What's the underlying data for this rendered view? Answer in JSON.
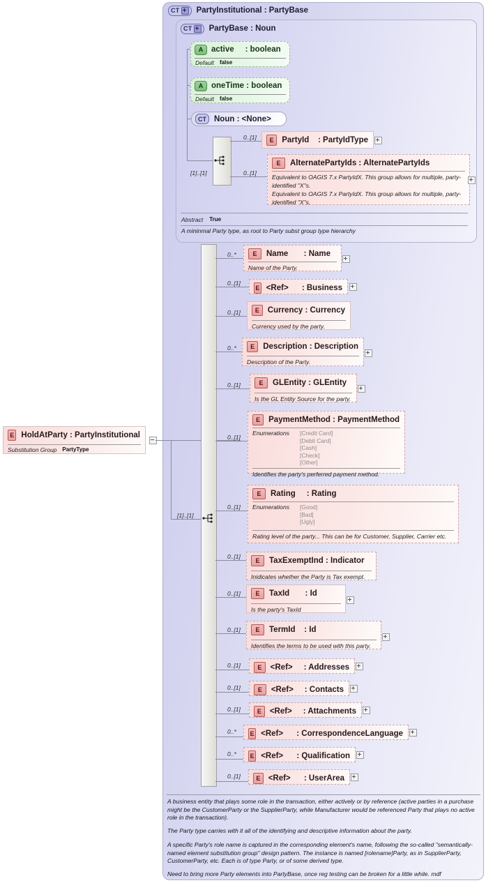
{
  "diagram": {
    "title": "XSD complexType diagram",
    "outer_type": {
      "badge": "CT",
      "label": "PartyInstitutional : PartyBase"
    },
    "inner_type": {
      "badge": "CT",
      "label": "PartyBase : Noun"
    }
  },
  "root_element": {
    "badge": "E",
    "label": "HoldAtParty : PartyInstitutional",
    "prop_label": "Substitution Group",
    "prop_value": "PartyType",
    "collapse_icon": "minus-icon"
  },
  "attributes": [
    {
      "badge": "A",
      "label": "active     : boolean",
      "prop_label": "Default",
      "prop_value": "false"
    },
    {
      "badge": "A",
      "label": "oneTime : boolean",
      "prop_label": "Default",
      "prop_value": "false"
    }
  ],
  "noun_pill": {
    "badge": "CT",
    "label": "Noun      : <None>"
  },
  "base_sequence": {
    "cardinality": "[1]..[1]",
    "icon": "sequence-icon",
    "children": [
      {
        "badge": "E",
        "cardinality": "0..[1]",
        "label": "PartyId    : PartyIdType",
        "desc": "",
        "expand": "plus-icon"
      },
      {
        "badge": "E",
        "cardinality": "0..[1]",
        "label": "AlternatePartyIds : AlternatePartyIds",
        "desc": "Equivalent to OAGIS 7.x PartyIdX. This group allows for multiple, party-identified \"X\"s.\nEquivalent to OAGIS 7.x PartyIdX. This group allows for multiple, party-identified \"X\"s.",
        "expand": "plus-icon"
      }
    ]
  },
  "base_abstract": {
    "label": "Abstract",
    "value": "True"
  },
  "base_doc": "A mininmal Party type, as root to Party subst group type hierarchy",
  "main_sequence": {
    "cardinality": "[1]..[1]",
    "icon": "sequence-icon"
  },
  "elements": [
    {
      "badge": "E",
      "cardinality": "0..*",
      "label": "Name       : Name",
      "desc": "Name of the Party.",
      "expand": "plus-icon",
      "enum_label": "",
      "enums": []
    },
    {
      "badge": "E",
      "cardinality": "0..[1]",
      "label": "<Ref>      : Business",
      "desc": "",
      "expand": "plus-icon",
      "enum_label": "",
      "enums": []
    },
    {
      "badge": "E",
      "cardinality": "0..[1]",
      "label": "Currency : Currency",
      "desc": "Currency used by the party.",
      "expand": "",
      "enum_label": "",
      "enums": []
    },
    {
      "badge": "E",
      "cardinality": "0..*",
      "label": "Description : Description",
      "desc": "Description of the Party.",
      "expand": "plus-icon",
      "enum_label": "",
      "enums": []
    },
    {
      "badge": "E",
      "cardinality": "0..[1]",
      "label": "GLEntity : GLEntity",
      "desc": "Is the GL Entity Source for the party.",
      "expand": "plus-icon",
      "enum_label": "",
      "enums": []
    },
    {
      "badge": "E",
      "cardinality": "0..[1]",
      "label": "PaymentMethod : PaymentMethod",
      "desc": "Identifies the party's perferred payment method.",
      "expand": "",
      "enum_label": "Enumerations",
      "enums": [
        "[Credit Card]",
        "[Debit Card]",
        "[Cash]",
        "[Check]",
        "[Other]"
      ]
    },
    {
      "badge": "E",
      "cardinality": "0..[1]",
      "label": "Rating     : Rating",
      "desc": "Rating level of the party... This can be for Customer, Supplier, Carrier etc.",
      "expand": "",
      "enum_label": "Enumerations",
      "enums": [
        "[Good]",
        "[Bad]",
        "[Ugly]"
      ]
    },
    {
      "badge": "E",
      "cardinality": "0..[1]",
      "label": "TaxExemptInd : Indicator",
      "desc": "Inidicates whether the Party is Tax exempt.",
      "expand": "",
      "enum_label": "",
      "enums": []
    },
    {
      "badge": "E",
      "cardinality": "0..[1]",
      "label": "TaxId       : Id",
      "desc": "Is the party's TaxId",
      "expand": "plus-icon",
      "enum_label": "",
      "enums": []
    },
    {
      "badge": "E",
      "cardinality": "0..[1]",
      "label": "TermId    : Id",
      "desc": "Identifies the terms to be used with this party.",
      "expand": "plus-icon",
      "enum_label": "",
      "enums": []
    },
    {
      "badge": "E",
      "cardinality": "0..[1]",
      "label": "<Ref>     : Addresses",
      "desc": "",
      "expand": "plus-icon",
      "enum_label": "",
      "enums": []
    },
    {
      "badge": "E",
      "cardinality": "0..[1]",
      "label": "<Ref>     : Contacts",
      "desc": "",
      "expand": "plus-icon",
      "enum_label": "",
      "enums": []
    },
    {
      "badge": "E",
      "cardinality": "0..[1]",
      "label": "<Ref>     : Attachments",
      "desc": "",
      "expand": "plus-icon",
      "enum_label": "",
      "enums": []
    },
    {
      "badge": "E",
      "cardinality": "0..*",
      "label": "<Ref>      : CorrespondenceLanguage",
      "desc": "",
      "expand": "plus-icon",
      "enum_label": "",
      "enums": []
    },
    {
      "badge": "E",
      "cardinality": "0..*",
      "label": "<Ref>      : Qualification",
      "desc": "",
      "expand": "plus-icon",
      "enum_label": "",
      "enums": []
    },
    {
      "badge": "E",
      "cardinality": "0..[1]",
      "label": "<Ref>      : UserArea",
      "desc": "",
      "expand": "plus-icon",
      "enum_label": "",
      "enums": []
    }
  ],
  "footer_docs": [
    "A business entity that plays some role in the transaction, either actively or  by reference (active parties  in a purchase might be the CustomerParty or the SupplierParty, while Manufacturer would be referenced Party that plays no active role in the transaction).",
    "The Party type carries with it all of the identifying and descriptive information about the party.",
    "A specific Party's role name is captured in the corresponding element's name, following the so-called \"semantically-named element substitution group\" design pattern. The instance is named [rolename]Party, as in SupplierParty, CustomerParty, etc. Each is of type Party, or of some derived type.",
    "Need to bring more Party elements into PartyBase, once reg testing can be broken for a little while. mdf"
  ],
  "colors": {
    "element_fill": "#fadcdc",
    "attribute_fill": "#d9f2d9",
    "container_fill": "#d5d5f0",
    "line": "#8a8aa0"
  }
}
